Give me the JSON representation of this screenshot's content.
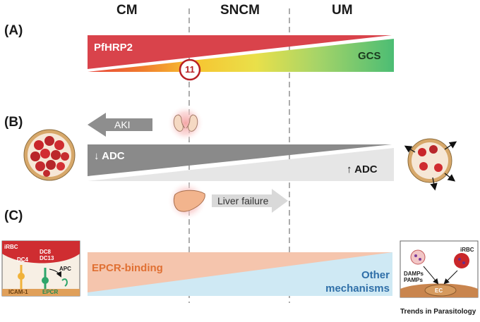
{
  "columns": {
    "left": "CM",
    "middle": "SNCM",
    "right": "UM"
  },
  "panels": {
    "a": "(A)",
    "b": "(B)",
    "c": "(C)"
  },
  "panel_a": {
    "top_label": "PfHRP2",
    "bottom_label": "GCS",
    "threshold": "11"
  },
  "panel_b": {
    "aki_label": "AKI",
    "adc_low": "↓ ADC",
    "adc_high": "↑ ADC",
    "liver_label": "Liver failure"
  },
  "panel_c": {
    "epcr_label": "EPCR-binding",
    "other_line1": "Other",
    "other_line2": "mechanisms",
    "left_inset": {
      "irbc": "iRBC",
      "dc4": "DC4",
      "dc8": "DC8",
      "dc13": "DC13",
      "apc": "APC",
      "icam": "ICAM-1",
      "epcr": "EPCR"
    },
    "right_inset": {
      "irbc": "iRBC",
      "damps": "DAMPs",
      "pamps": "PAMPs",
      "ec": "EC"
    }
  },
  "footer": "Trends in Parasitology",
  "colors": {
    "pfhrp2": "#d9434b",
    "gcs_green": "#56c27a",
    "adc_dark": "#8a8a8a",
    "adc_light": "#e6e6e6",
    "epcr": "#f5c5ad",
    "other": "#cfe9f4",
    "epcr_text": "#e07033",
    "other_text": "#2f6fa8"
  }
}
